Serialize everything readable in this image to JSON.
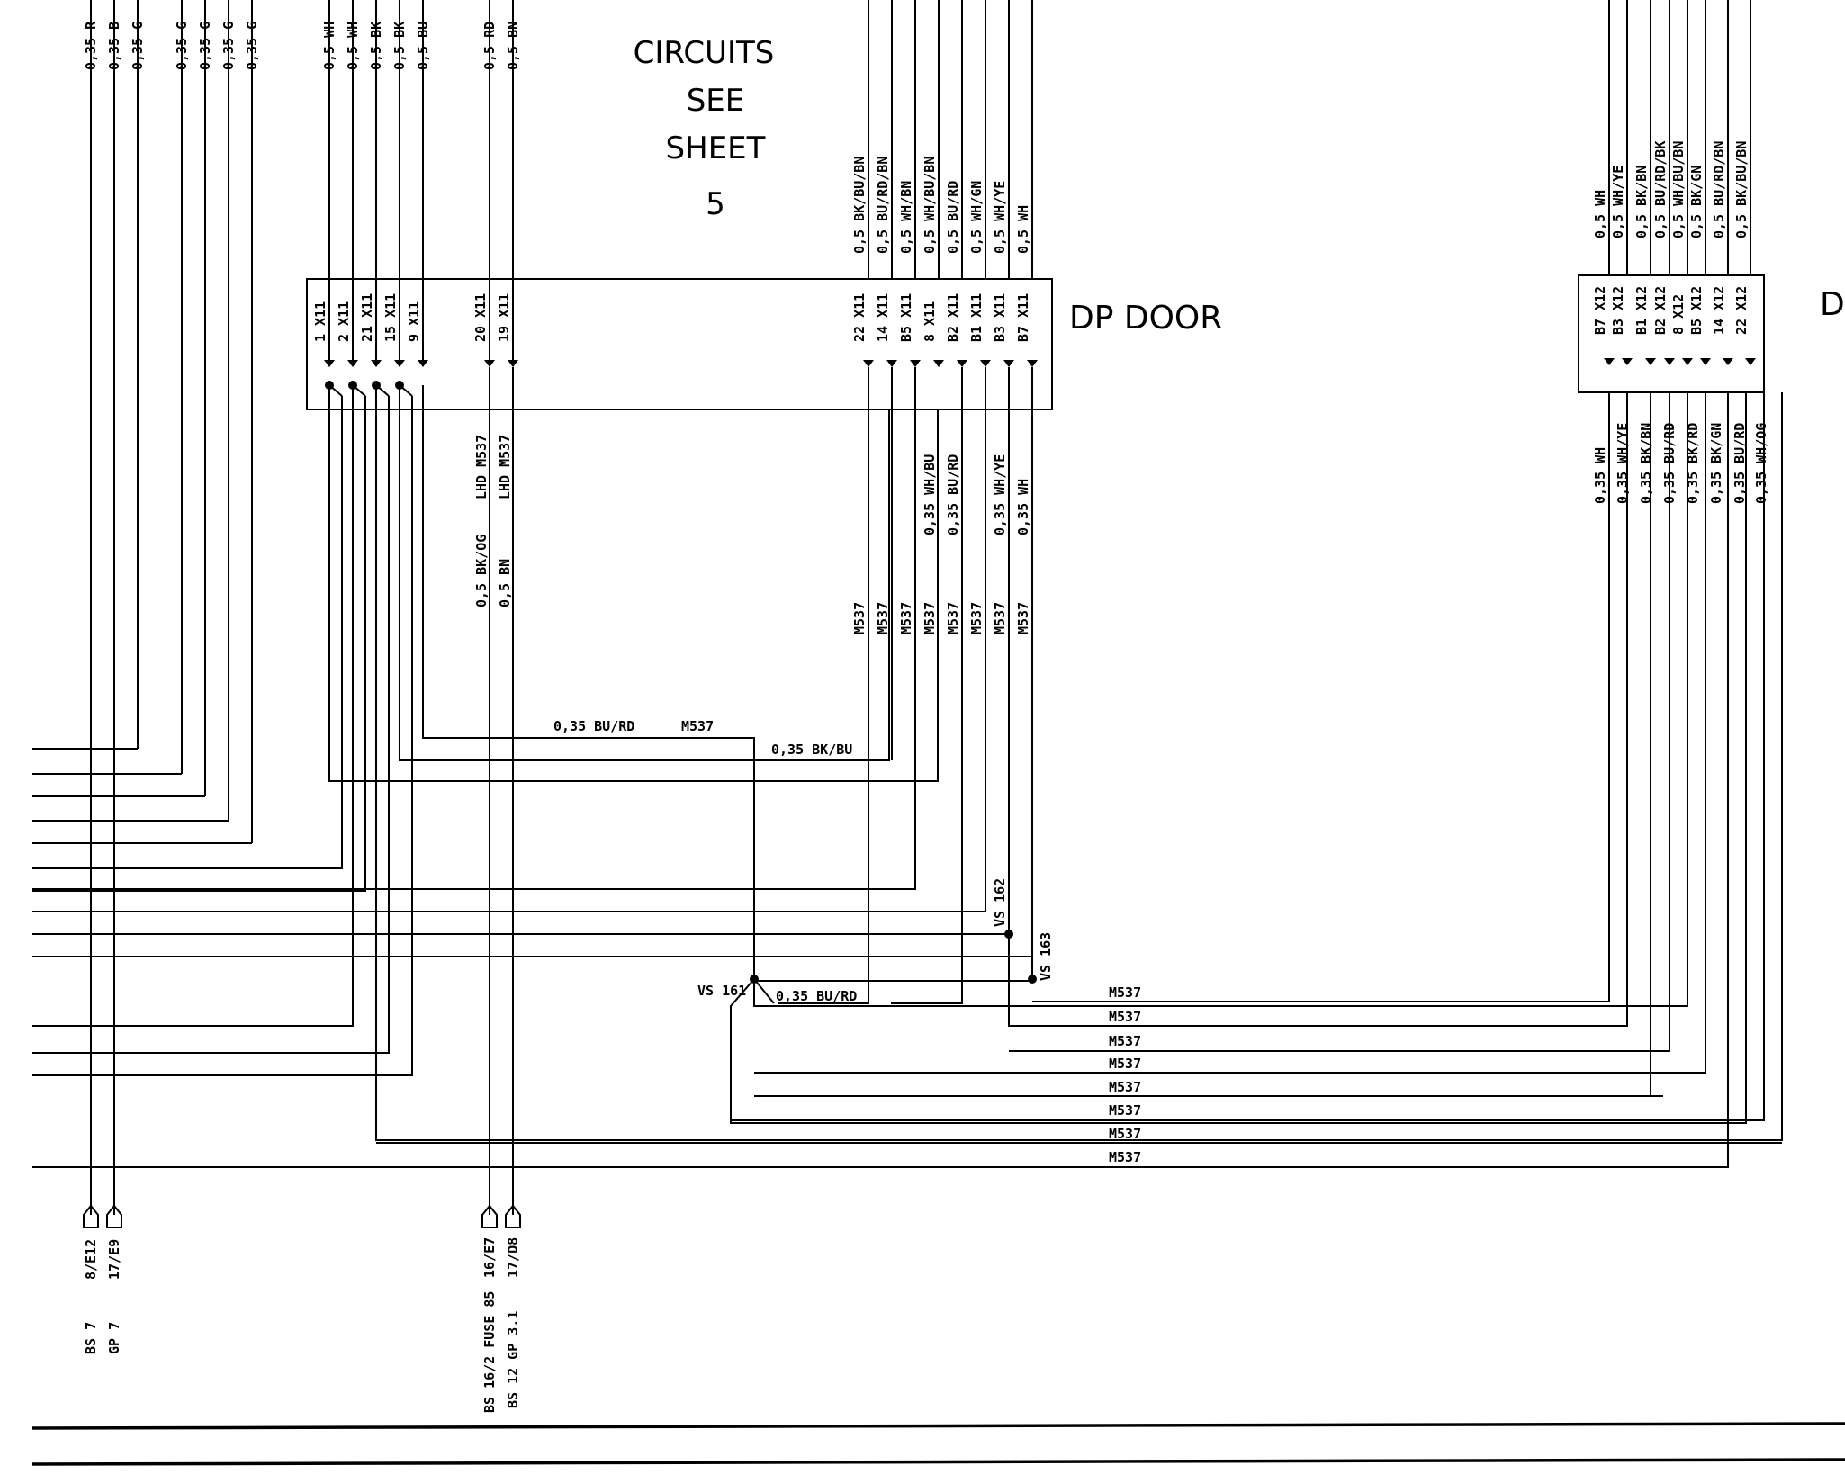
{
  "circuits_note": {
    "line1": "CIRCUITS",
    "line2": "SEE",
    "line3": "SHEET",
    "line4": "5"
  },
  "connector_x11": {
    "name": "DP DOOR",
    "pins_left": [
      "1 X11",
      "2 X11",
      "21 X11",
      "15 X11",
      "9 X11",
      "20 X11",
      "19 X11"
    ],
    "pins_right": [
      "22 X11",
      "14 X11",
      "B5 X11",
      "8 X11",
      "B2 X11",
      "B1 X11",
      "B3 X11",
      "B7 X11"
    ]
  },
  "connector_x12": {
    "name": "DF",
    "pins": [
      "B7 X12",
      "B3 X12",
      "B1 X12",
      "B2 X12",
      "8 X12",
      "B5 X12",
      "14 X12",
      "22 X12"
    ]
  },
  "top_left_wires": [
    "0,35 R",
    "0,35 B",
    "0,35 G",
    "0,35 G",
    "0,35 G",
    "0,35 G",
    "0,35 G"
  ],
  "top_mid_wires": [
    "0,5 WH",
    "0,5 WH",
    "0,5 BK",
    "0,5 BK",
    "0,5 BU",
    "0,5 RD",
    "0,5 BN"
  ],
  "x11_top_wires": [
    "0,5 BK/BU/BN",
    "0,5 BU/RD/BN",
    "0,5 WH/BN",
    "0,5 WH/BU/BN",
    "0,5 BU/RD",
    "0,5 WH/GN",
    "0,5 WH/YE",
    "0,5 WH"
  ],
  "x11_bottom_wires": [
    "0,35 WH/BU",
    "0,35 BU/RD",
    "0,35 WH/YE",
    "0,35 WH"
  ],
  "lhd_labels": [
    "LHD M537",
    "LHD M537"
  ],
  "left_bottom_wires": [
    "0,5 BK/OG",
    "0,5 BN"
  ],
  "m537_vertical": [
    "M537",
    "M537",
    "M537",
    "M537",
    "M537",
    "M537",
    "M537",
    "M537"
  ],
  "x12_top_wires": [
    "0,5 WH",
    "0,5 WH/YE",
    "0,5 BK/BN",
    "0,5 BU/RD/BK",
    "0,5 WH/BU/BN",
    "0,5 BK/GN",
    "0,5 BU/RD/BN",
    "0,5 BK/BU/BN"
  ],
  "x12_bottom_wires": [
    "0,35 WH",
    "0,35 WH/YE",
    "0,35 BK/BN",
    "0,35 BU/RD",
    "0,35 BK/RD",
    "0,35 BK/GN",
    "0,35 BU/RD",
    "0,35 WH/OG"
  ],
  "mid_labels": {
    "bu_rd": "0,35 BU/RD",
    "m537": "M537",
    "bk_bu": "0,35 BK/BU",
    "bu_rd_2": "0,35 BU/RD"
  },
  "splices": {
    "vs161": "VS 161",
    "vs162": "VS 162",
    "vs163": "VS 163"
  },
  "m537_horizontal": [
    "M537",
    "M537",
    "M537",
    "M537",
    "M537",
    "M537",
    "M537",
    "M537"
  ],
  "bottom_refs": {
    "left_a": "8/E12",
    "left_b": "17/E9",
    "left_c": "BS 7",
    "left_d": "GP 7",
    "mid_a": "16/E7",
    "mid_b": "17/D8",
    "mid_c": "BS 16/2 FUSE 85",
    "mid_d": "BS 12 GP 3.1"
  }
}
